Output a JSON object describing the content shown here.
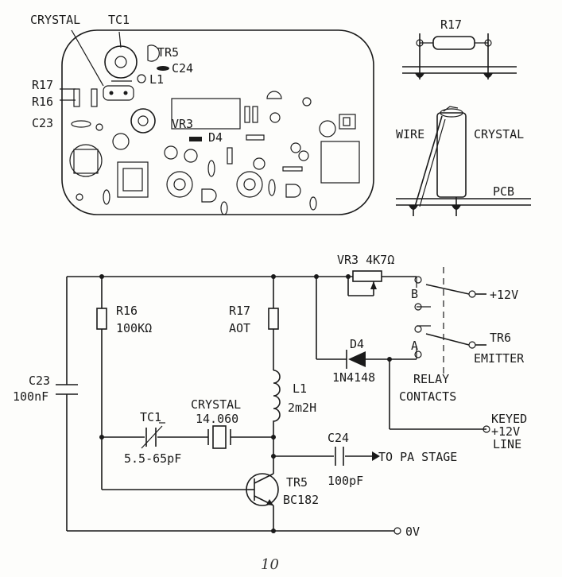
{
  "page_number": "10",
  "layout": {
    "crystal": "CRYSTAL",
    "tc1": "TC1",
    "tr5": "TR5",
    "c24": "C24",
    "l1": "L1",
    "r17": "R17",
    "r16": "R16",
    "c23": "C23",
    "vr3": "VR3",
    "d4": "D4"
  },
  "detail": {
    "r17": "R17",
    "wire": "WIRE",
    "crystal": "CRYSTAL",
    "pcb": "PCB"
  },
  "schematic": {
    "vr3": "VR3 4K7Ω",
    "plus12v": "+12V",
    "contact_b": "B",
    "contact_a": "A",
    "tr6": "TR6",
    "emitter": "EMITTER",
    "d4": "D4",
    "d4_part": "1N4148",
    "relay": "RELAY",
    "contacts": "CONTACTS",
    "r16": "R16",
    "r16_val": "100KΩ",
    "r17": "R17",
    "r17_val": "AOT",
    "c23": "C23",
    "c23_val": "100nF",
    "l1": "L1",
    "l1_val": "2m2H",
    "crystal": "CRYSTAL",
    "crystal_freq": "14.060",
    "tc1": "TC1",
    "tc1_val": "5.5-65pF",
    "c24": "C24",
    "c24_val": "100pF",
    "to_pa": "TO PA STAGE",
    "keyed": "KEYED",
    "keyed_v": "+12V",
    "line": "LINE",
    "tr5": "TR5",
    "tr5_part": "BC182",
    "ground": "0V"
  }
}
